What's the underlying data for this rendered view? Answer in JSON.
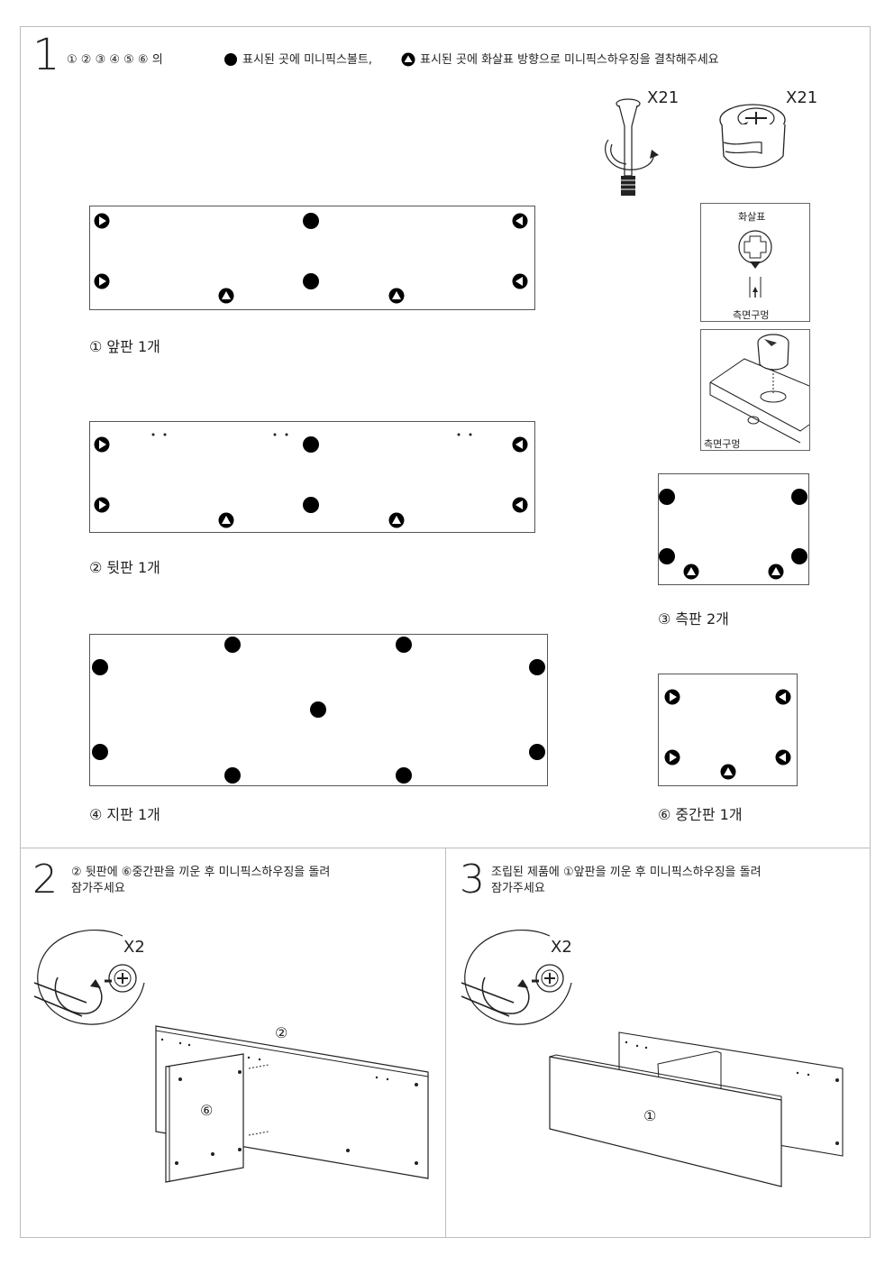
{
  "step1": {
    "number": "1",
    "instruction_prefix": "① ② ③ ④ ⑤ ⑥ 의",
    "instruction_mid": "표시된 곳에 미니픽스볼트,",
    "instruction_end": "표시된 곳에  화살표 방향으로 미니픽스하우징을 결착해주세요",
    "bolt_qty": "X21",
    "housing_qty": "X21",
    "arrow_label": "화살표",
    "side_hole_label": "측면구멍",
    "side_hole_label2": "측면구멍"
  },
  "parts": [
    {
      "label": "① 앞판 1개"
    },
    {
      "label": "② 뒷판 1개"
    },
    {
      "label": "③ 측판 2개"
    },
    {
      "label": "④ 지판 1개"
    },
    {
      "label": "⑥ 중간판 1개"
    }
  ],
  "step2": {
    "number": "2",
    "line1": "② 뒷판에 ⑥중간판을 끼운 후 미니픽스하우징을 돌려",
    "line2": "잠가주세요",
    "qty": "X2",
    "panel_a": "②",
    "panel_b": "⑥"
  },
  "step3": {
    "number": "3",
    "line1": "조립된 제품에 ①앞판을 끼운 후 미니픽스하우징을 돌려",
    "line2": "잠가주세요",
    "qty": "X2",
    "panel_a": "①"
  },
  "icons": [
    "bolt-icon",
    "housing-icon",
    "arrow-right-marker",
    "arrow-left-marker",
    "arrow-up-marker",
    "dot-marker",
    "rotate-arrow-icon"
  ]
}
